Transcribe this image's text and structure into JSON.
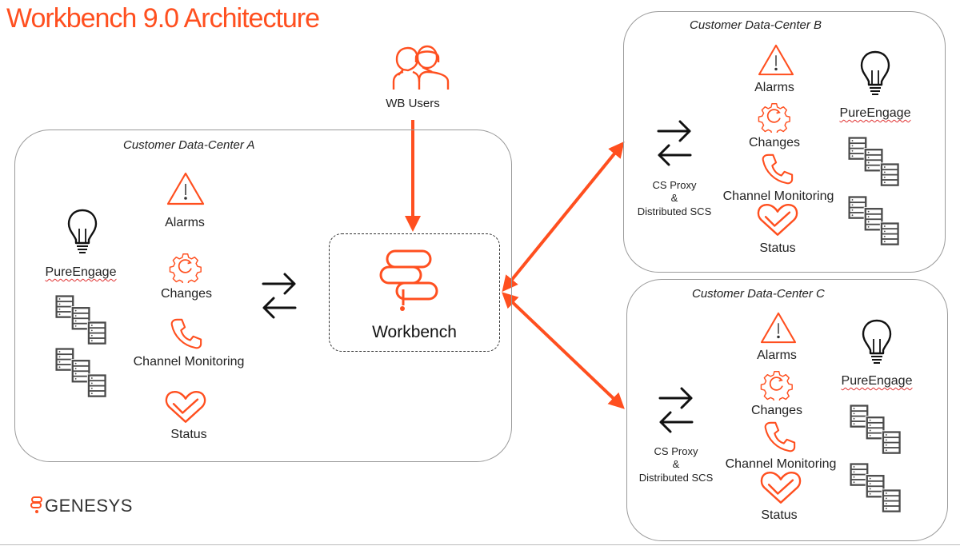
{
  "title": "Workbench 9.0 Architecture",
  "users_label": "WB Users",
  "workbench_label": "Workbench",
  "brand": "GENESYS",
  "colors": {
    "accent": "#ff4f1f",
    "box_border": "#9a9a9a"
  },
  "dc_a": {
    "label": "Customer Data-Center A",
    "platform": "PureEngage",
    "items": [
      "Alarms",
      "Changes",
      "Channel Monitoring",
      "Status"
    ]
  },
  "dc_b": {
    "label": "Customer Data-Center B",
    "platform": "PureEngage",
    "items": [
      "Alarms",
      "Changes",
      "Channel Monitoring",
      "Status"
    ],
    "proxy_line1": "CS Proxy",
    "proxy_line2": "&",
    "proxy_line3": "Distributed SCS"
  },
  "dc_c": {
    "label": "Customer Data-Center C",
    "platform": "PureEngage",
    "items": [
      "Alarms",
      "Changes",
      "Channel Monitoring",
      "Status"
    ],
    "proxy_line1": "CS Proxy",
    "proxy_line2": "&",
    "proxy_line3": "Distributed SCS"
  },
  "icons": [
    "alarm-icon",
    "gear-icon",
    "phone-icon",
    "heart-icon",
    "lightbulb-icon",
    "server-stack-icon",
    "sync-arrows-icon",
    "users-icon",
    "workbench-logo-icon",
    "genesys-logo-icon"
  ]
}
